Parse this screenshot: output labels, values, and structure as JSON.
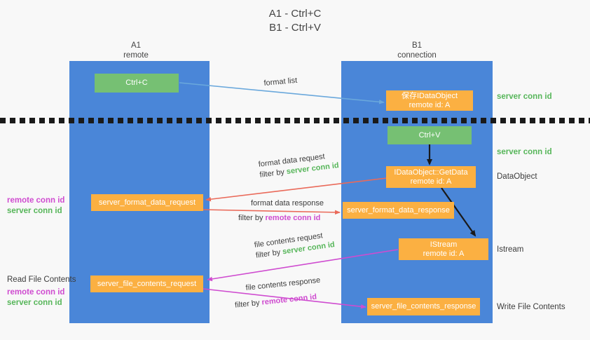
{
  "title": {
    "line1": "A1 - Ctrl+C",
    "line2": "B1 - Ctrl+V"
  },
  "lanes": [
    {
      "id": "a1",
      "title": "A1",
      "subtitle": "remote"
    },
    {
      "id": "b1",
      "title": "B1",
      "subtitle": "connection"
    }
  ],
  "boxes": {
    "ctrl_c": {
      "line1": "Ctrl+C",
      "line2": ""
    },
    "save_idataobject": {
      "line1": "保存IDataObject",
      "line2": "remote id: A"
    },
    "ctrl_v": {
      "line1": "Ctrl+V",
      "line2": ""
    },
    "getdata": {
      "line1": "IDataObject::GetData",
      "line2": "remote id: A"
    },
    "server_format_data_request": {
      "line1": "server_format_data_request",
      "line2": ""
    },
    "server_format_data_response": {
      "line1": "server_format_data_response",
      "line2": ""
    },
    "istream": {
      "line1": "IStream",
      "line2": "remote id: A"
    },
    "server_file_contents_request": {
      "line1": "server_file_contents_request",
      "line2": ""
    },
    "server_file_contents_response": {
      "line1": "server_file_contents_response",
      "line2": ""
    }
  },
  "right_labels": {
    "server_conn_id_top": "server conn id",
    "server_conn_id_mid": "server conn id",
    "dataobject": "DataObject",
    "istream": "Istream",
    "write_file_contents": "Write File Contents"
  },
  "left_labels": {
    "format_remote_conn_id": "remote conn id",
    "format_server_conn_id": "server conn id",
    "read_file_contents": "Read File Contents",
    "file_remote_conn_id": "remote conn id",
    "file_server_conn_id": "server conn id"
  },
  "arrow_labels": {
    "format_list": "format list",
    "format_data_request_l1": "format data request",
    "format_data_request_l2_prefix": "filter by ",
    "format_data_request_l2_value": "server conn id",
    "format_data_response_l1": "format data response",
    "format_data_response_l2_prefix": "filter by ",
    "format_data_response_l2_value": "remote conn id",
    "file_contents_request_l1": "file contents request",
    "file_contents_request_l2_prefix": "filter by ",
    "file_contents_request_l2_value": "server conn id",
    "file_contents_response_l1": "file contents response",
    "file_contents_response_l2_prefix": "filter by ",
    "file_contents_response_l2_value": "remote conn id"
  },
  "colors": {
    "lane": "#4a86d8",
    "green_box": "#76c073",
    "orange_box": "#fbb042",
    "background": "#f8f8f8",
    "divider": "#1a1a1a",
    "arrow_blue": "#6aa8dc",
    "arrow_red": "#ea6a5a",
    "arrow_magenta": "#cf4cd0",
    "arrow_black": "#1a1a1a",
    "text_green": "#57b65a",
    "text_magenta": "#cf4cd0"
  }
}
